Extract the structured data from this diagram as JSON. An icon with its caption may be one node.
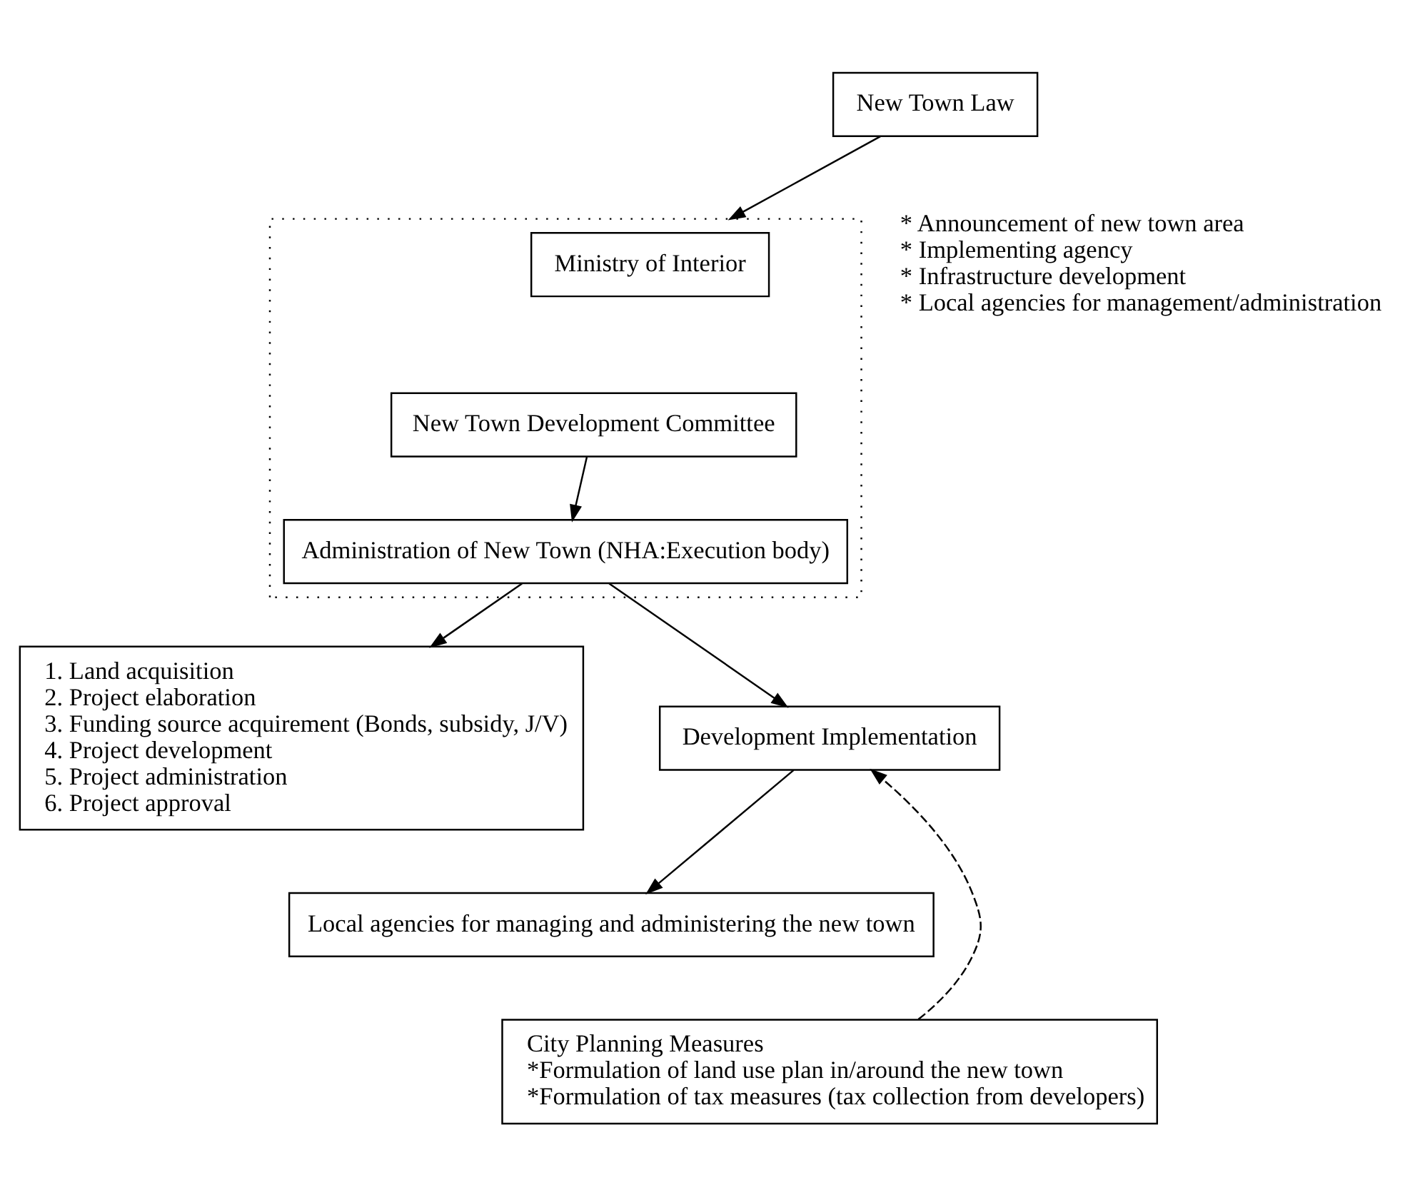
{
  "diagram": {
    "nodes": [
      {
        "text": [],
        "shape": "box"
      },
      {
        "text": [
          "Ministry of Interior"
        ],
        "in": 0
      },
      {
        "text": [
          "New Town Development Committee"
        ],
        "in": 0
      },
      {
        "text": [
          "Administration of New Town (NHA:Execution body)"
        ],
        "in": 0
      },
      {
        "text": [
          "New Town Law"
        ]
      },
      {
        "text": [
          "1. Land acquisition",
          "2. Project elaboration",
          "3. Funding source acquirement (Bonds, subsidy, J/V)",
          "4. Project development",
          "5. Project administration",
          "6. Project approval"
        ]
      },
      {
        "text": [
          "Development Implementation"
        ]
      },
      {
        "text": [
          "Local agencies for managing and administering the new town"
        ]
      },
      {
        "text": [
          "City Planning Measures",
          "*Formulation of land use plan in/around the new town",
          "*Formulation of tax measures (tax collection from developers)"
        ]
      }
    ],
    "edges": [
      {
        "from": 4,
        "to": 0,
        "arrow": "to"
      },
      {
        "from": 2,
        "to": 3,
        "arrow": "to"
      },
      {
        "from": 3,
        "to": 5,
        "arrow": "to"
      },
      {
        "from": 3,
        "to": 6,
        "arrow": "to"
      },
      {
        "from": 6,
        "to": 7,
        "arrow": "to"
      },
      {
        "from": 8,
        "to": 6,
        "arrow": "to",
        "style": "dashed"
      }
    ],
    "labels": [
      "* Announcement of new town area",
      "* Implementing agency",
      "* Infrastructure development",
      "* Local agencies for management/administration"
    ]
  }
}
